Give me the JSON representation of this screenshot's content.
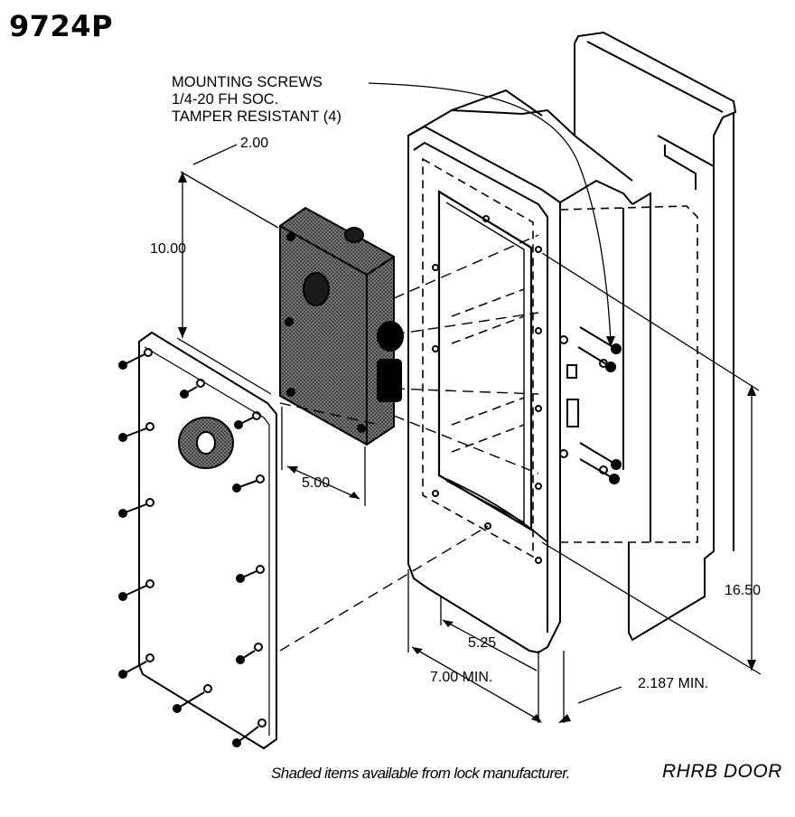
{
  "model": "9724P",
  "callout": {
    "line1": "MOUNTING SCREWS",
    "line2": "1/4-20 FH SOC.",
    "line3": "TAMPER RESISTANT (4)"
  },
  "dimensions": {
    "lock_depth": "2.00",
    "lock_height": "10.00",
    "lock_width": "5.00",
    "cutout_height": "16.50",
    "cutout_width": "5.25",
    "frame_width": "7.00 MIN.",
    "frame_depth": "2.187 MIN."
  },
  "footnote": "Shaded items available from lock manufacturer.",
  "door_hand": "RHRB DOOR"
}
